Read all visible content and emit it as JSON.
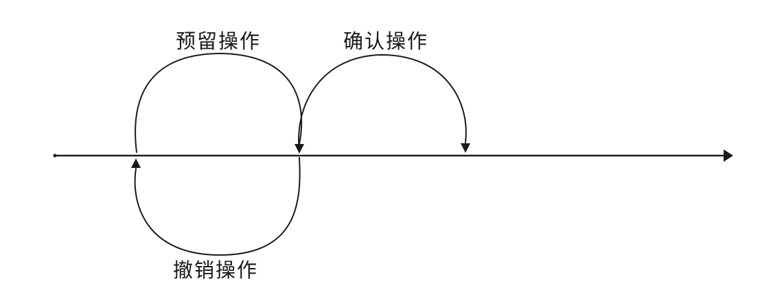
{
  "labels": {
    "reserve": "预留操作",
    "confirm": "确认操作",
    "cancel": "撤销操作"
  },
  "colors": {
    "stroke": "#1a1a1a",
    "background": "#ffffff"
  }
}
